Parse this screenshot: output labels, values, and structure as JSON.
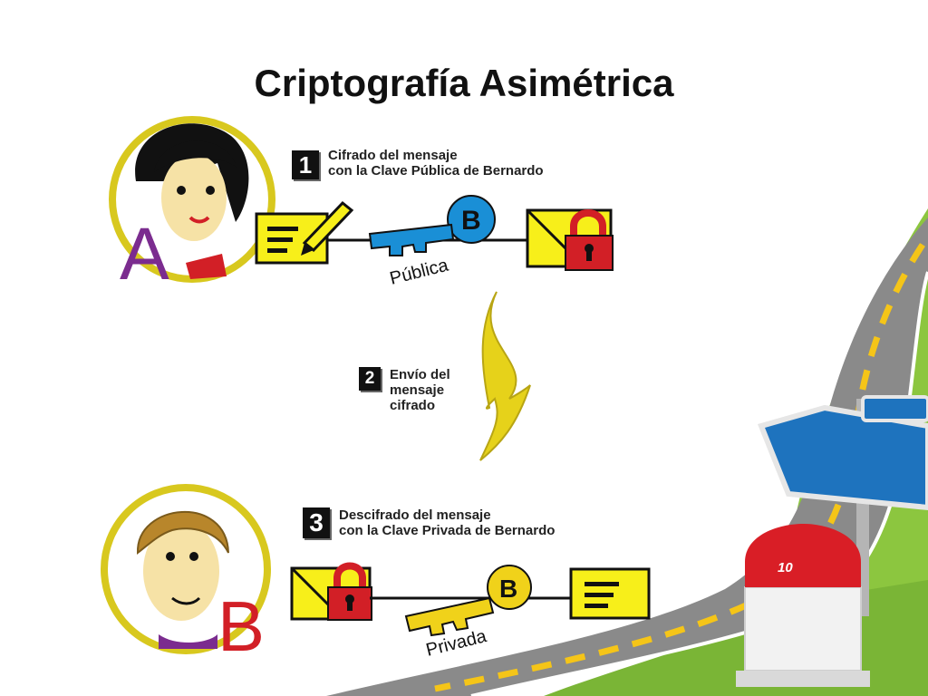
{
  "slide": {
    "title": "Criptografía Asimétrica",
    "page_number": "10"
  },
  "step1": {
    "number": "1",
    "line1": "Cifrado del mensaje",
    "line2": "con la Clave Pública de Bernardo"
  },
  "step2": {
    "number": "2",
    "line1": "Envío del",
    "line2": "mensaje",
    "line3": "cifrado"
  },
  "step3": {
    "number": "3",
    "line1": "Descifrado del mensaje",
    "line2": "con la Clave Privada de Bernardo"
  },
  "person_a": {
    "letter": "A",
    "icon": "woman-avatar-icon"
  },
  "person_b": {
    "letter": "B",
    "icon": "man-avatar-icon"
  },
  "public_key": {
    "letter": "B",
    "label": "Pública",
    "color": "#1a8fd6"
  },
  "private_key": {
    "letter": "B",
    "label": "Privada",
    "color": "#f0d21a"
  },
  "colors": {
    "lock": "#d21f26",
    "document": "#f7ef1a",
    "road_green": "#8cc63f",
    "road_gray": "#8a8a8a",
    "sign_blue": "#1e73be",
    "milestone_red": "#d91e26"
  }
}
